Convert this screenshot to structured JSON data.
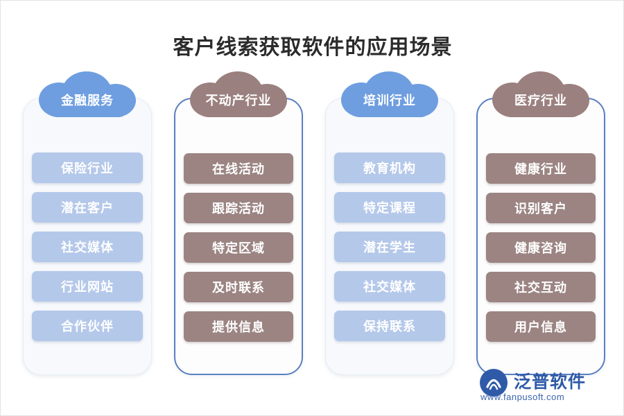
{
  "title": "客户线索获取软件的应用场景",
  "columns": [
    {
      "header": "金融服务",
      "header_style": "cloud-blue",
      "frame_style": "col-blue",
      "item_style": "item-blue",
      "items": [
        "保险行业",
        "潜在客户",
        "社交媒体",
        "行业网站",
        "合作伙伴"
      ]
    },
    {
      "header": "不动产行业",
      "header_style": "cloud-brown",
      "frame_style": "col-outline",
      "item_style": "item-brown",
      "items": [
        "在线活动",
        "跟踪活动",
        "特定区域",
        "及时联系",
        "提供信息"
      ]
    },
    {
      "header": "培训行业",
      "header_style": "cloud-blue",
      "frame_style": "col-blue",
      "item_style": "item-blue",
      "items": [
        "教育机构",
        "特定课程",
        "潜在学生",
        "社交媒体",
        "保持联系"
      ]
    },
    {
      "header": "医疗行业",
      "header_style": "cloud-brown",
      "frame_style": "col-outline",
      "item_style": "item-brown",
      "items": [
        "健康行业",
        "识别客户",
        "健康咨询",
        "社交互动",
        "用户信息"
      ]
    }
  ],
  "watermark": {
    "text": "泛普软件"
  },
  "logo": {
    "brand": "泛普软件",
    "url": "www.fanpusoft.com",
    "accent": "#2f5aa8"
  },
  "colors": {
    "cloud_blue": "#6e9ee0",
    "cloud_brown": "#9a807e",
    "item_blue": "#b4c8ea",
    "item_brown": "#9b8482",
    "outline_blue": "#5a7fc0"
  }
}
